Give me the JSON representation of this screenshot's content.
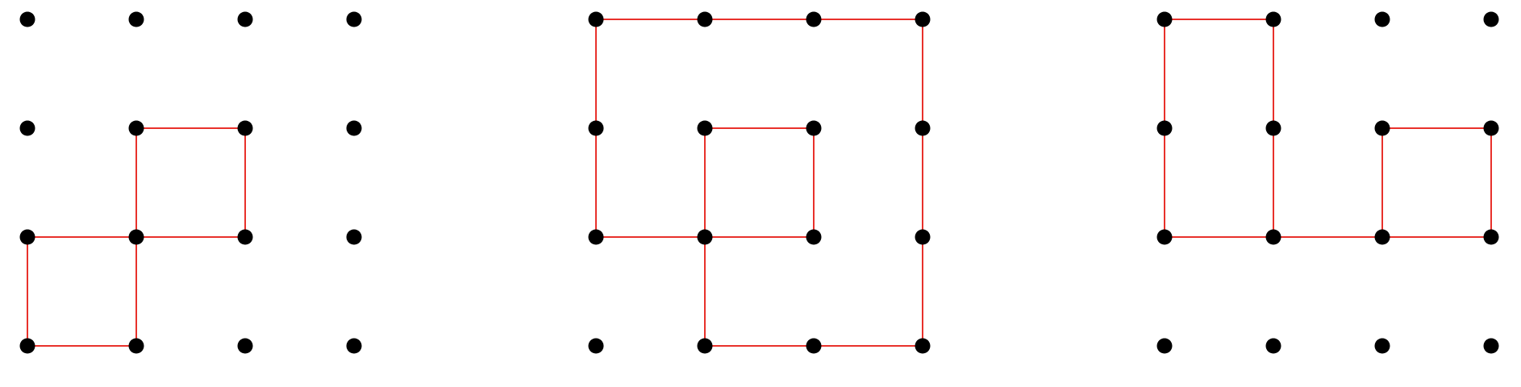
{
  "colors": {
    "dot": "#000000",
    "line": "#e8312b",
    "background": "#ffffff"
  },
  "grid": {
    "rows": 4,
    "cols": 4
  },
  "panels": [
    {
      "id": "figure-1",
      "edges": [
        [
          [
            1,
            1
          ],
          [
            2,
            1
          ]
        ],
        [
          [
            2,
            1
          ],
          [
            2,
            2
          ]
        ],
        [
          [
            0,
            2
          ],
          [
            2,
            2
          ]
        ],
        [
          [
            1,
            1
          ],
          [
            1,
            3
          ]
        ],
        [
          [
            0,
            2
          ],
          [
            0,
            3
          ]
        ],
        [
          [
            0,
            3
          ],
          [
            1,
            3
          ]
        ]
      ]
    },
    {
      "id": "figure-2",
      "edges": [
        [
          [
            0,
            0
          ],
          [
            3,
            0
          ]
        ],
        [
          [
            0,
            0
          ],
          [
            0,
            2
          ]
        ],
        [
          [
            3,
            0
          ],
          [
            3,
            3
          ]
        ],
        [
          [
            1,
            1
          ],
          [
            2,
            1
          ]
        ],
        [
          [
            2,
            1
          ],
          [
            2,
            2
          ]
        ],
        [
          [
            0,
            2
          ],
          [
            2,
            2
          ]
        ],
        [
          [
            1,
            1
          ],
          [
            1,
            3
          ]
        ],
        [
          [
            1,
            3
          ],
          [
            3,
            3
          ]
        ]
      ]
    },
    {
      "id": "figure-3",
      "edges": [
        [
          [
            0,
            0
          ],
          [
            1,
            0
          ]
        ],
        [
          [
            0,
            0
          ],
          [
            0,
            2
          ]
        ],
        [
          [
            1,
            0
          ],
          [
            1,
            2
          ]
        ],
        [
          [
            0,
            2
          ],
          [
            3,
            2
          ]
        ],
        [
          [
            2,
            1
          ],
          [
            3,
            1
          ]
        ],
        [
          [
            2,
            1
          ],
          [
            2,
            2
          ]
        ],
        [
          [
            3,
            1
          ],
          [
            3,
            2
          ]
        ]
      ]
    }
  ]
}
